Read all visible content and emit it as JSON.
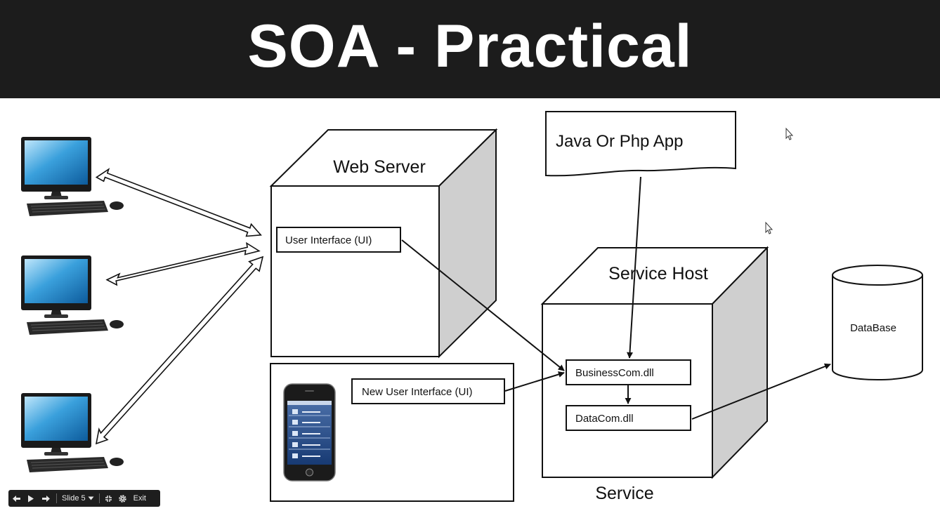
{
  "slide": {
    "title": "SOA - Practical"
  },
  "diagram": {
    "web_server": {
      "label": "Web Server",
      "ui_box": "User Interface (UI)"
    },
    "mobile_panel": {
      "ui_box": "New User Interface (UI)"
    },
    "app_note": {
      "label": "Java Or Php App"
    },
    "service_host": {
      "label": "Service Host",
      "caption": "Service",
      "business_dll": "BusinessCom.dll",
      "data_dll": "DataCom.dll"
    },
    "database": {
      "label": "DataBase"
    },
    "client_computers": 3,
    "icons": [
      "computer-icon",
      "smartphone-icon",
      "cursor-icon"
    ]
  },
  "player": {
    "slide_label": "Slide 5",
    "exit_label": "Exit",
    "icons": [
      "prev-arrow-icon",
      "play-icon",
      "next-arrow-icon",
      "chevron-down-icon",
      "fullscreen-icon",
      "gear-icon"
    ]
  },
  "colors": {
    "title_bg": "#1c1c1c",
    "title_text": "#ffffff",
    "box_side": "#cfcfcf",
    "screen_blue": "#3aa0dc"
  }
}
